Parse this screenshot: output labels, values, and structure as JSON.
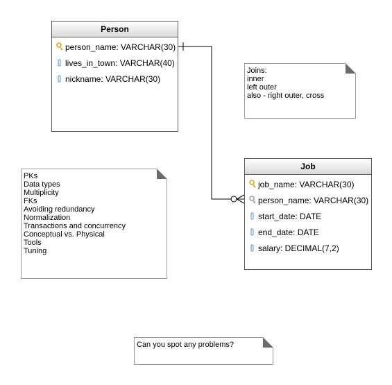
{
  "person": {
    "title": "Person",
    "attributes": [
      {
        "name": "person_name: VARCHAR(30)",
        "icon": "primary-key"
      },
      {
        "name": "lives_in_town: VARCHAR(40)",
        "icon": "attribute"
      },
      {
        "name": "nickname: VARCHAR(30)",
        "icon": "attribute"
      }
    ]
  },
  "job": {
    "title": "Job",
    "attributes": [
      {
        "name": "job_name: VARCHAR(30)",
        "icon": "primary-key"
      },
      {
        "name": "person_name: VARCHAR(30)",
        "icon": "foreign-key"
      },
      {
        "name": "start_date: DATE",
        "icon": "attribute"
      },
      {
        "name": "end_date: DATE",
        "icon": "attribute"
      },
      {
        "name": "salary: DECIMAL(7,2)",
        "icon": "attribute"
      }
    ]
  },
  "notes": {
    "joins": [
      "Joins:",
      "inner",
      "left outer",
      "also - right outer, cross"
    ],
    "topics": [
      "PKs",
      "Data types",
      "Multiplicity",
      "FKs",
      "Avoiding redundancy",
      "Normalization",
      "Transactions and concurrency",
      "Conceptual vs. Physical",
      "Tools",
      "Tuning"
    ],
    "question": [
      "Can you spot any problems?"
    ]
  },
  "colors": {
    "border": "#595959",
    "key_gold": "#e8a317",
    "key_grey": "#a0a0a0",
    "attr_blue": "#4a90d9",
    "note_fold": "#6b6b6b"
  }
}
